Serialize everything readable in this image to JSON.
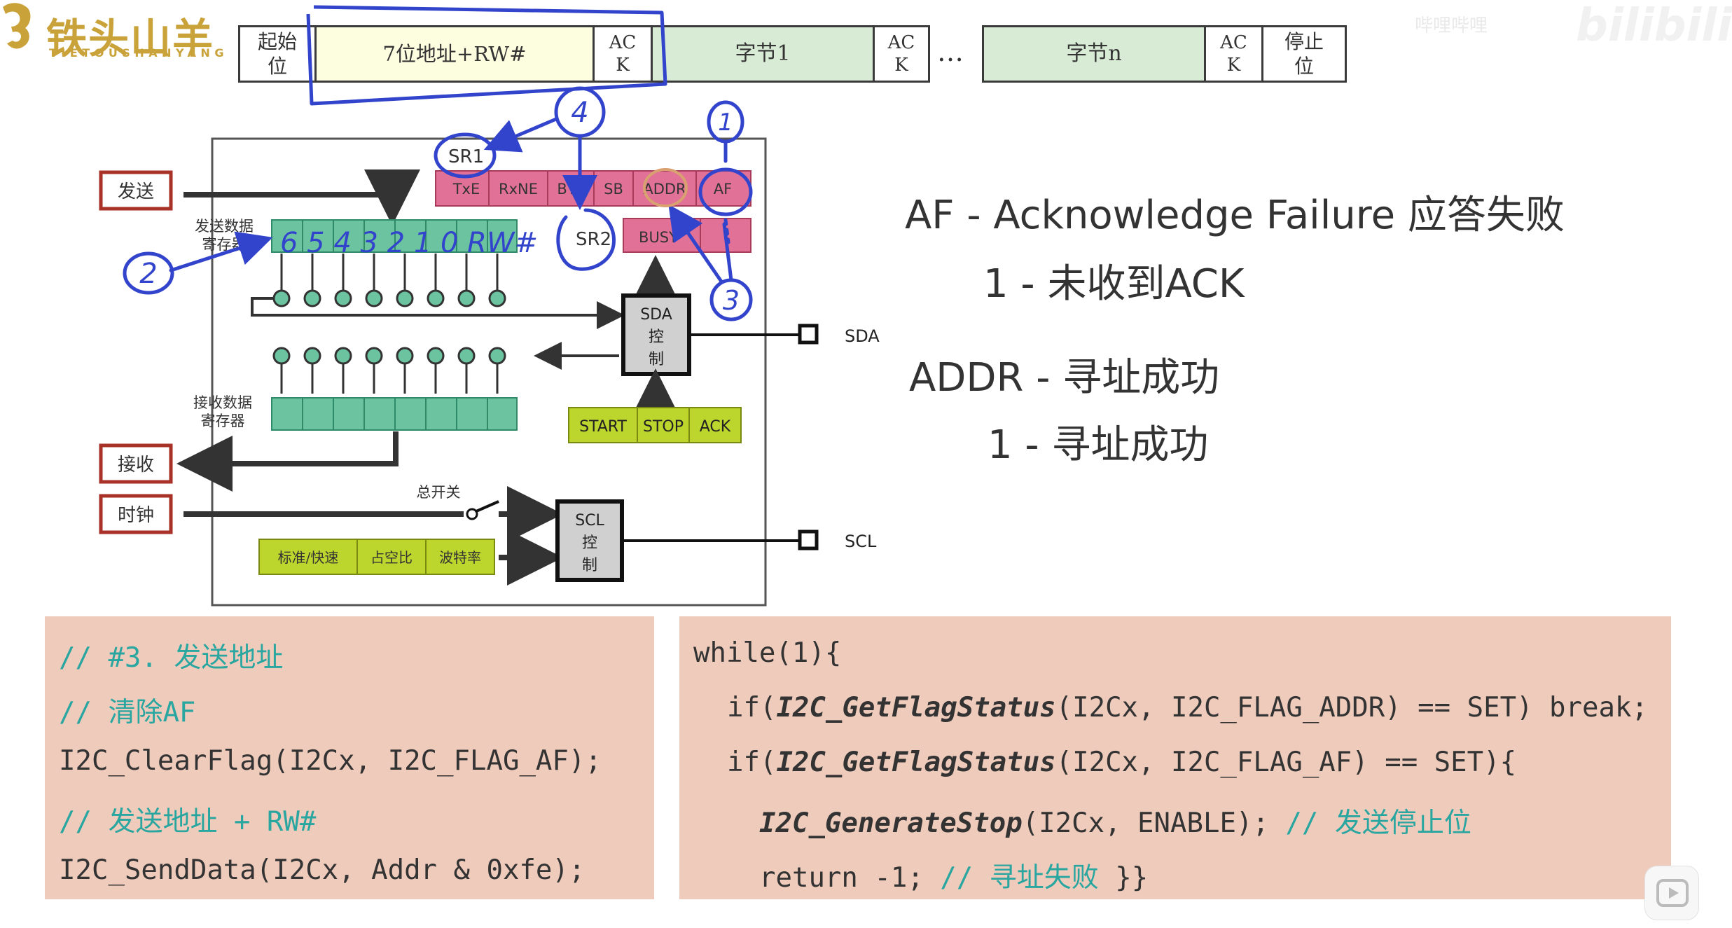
{
  "logo": {
    "title": "铁头山羊",
    "subtitle": "TIETOUSHANYANG"
  },
  "watermark": {
    "text": "bilibili",
    "small": "哔哩哔哩"
  },
  "frame": {
    "start_line1": "起始",
    "start_line2": "位",
    "address": "7位地址+RW#",
    "ack1_line1": "AC",
    "ack1_line2": "K",
    "byte1": "字节1",
    "ack2_line1": "AC",
    "ack2_line2": "K",
    "ellipsis": "…",
    "byten": "字节n",
    "ack3_line1": "AC",
    "ack3_line2": "K",
    "stop_line1": "停止",
    "stop_line2": "位"
  },
  "diagram": {
    "send_label": "发送",
    "recv_label": "接收",
    "clock_label": "时钟",
    "tx_reg_line1": "发送数据",
    "tx_reg_line2": "寄存器",
    "rx_reg_line1": "接收数据",
    "rx_reg_line2": "寄存器",
    "sr1_bits": [
      "TxE",
      "RxNE",
      "BTF",
      "SB",
      "ADDR",
      "AF"
    ],
    "sr2_bits": [
      "BUSY"
    ],
    "sda_ctrl": [
      "SDA",
      "控",
      "制"
    ],
    "scl_ctrl": [
      "SCL",
      "控",
      "制"
    ],
    "ctrl_bits": [
      "START",
      "STOP",
      "ACK"
    ],
    "clock_bits": [
      "标准/快速",
      "占空比",
      "波特率"
    ],
    "master_switch": "总开关",
    "sda_pin": "SDA",
    "scl_pin": "SCL",
    "annotations": {
      "sr1": "SR1",
      "sr2": "SR2",
      "bits_written": "6 5 4 3 2 1 0 RW#",
      "num1": "1",
      "num2": "2",
      "num3": "3",
      "num4": "4"
    }
  },
  "definitions": {
    "af_title": "AF - Acknowledge Failure 应答失败",
    "af_value": "1 - 未收到ACK",
    "addr_title": "ADDR - 寻址成功",
    "addr_value": "1 - 寻址成功"
  },
  "code_left": {
    "l1": "// #3. 发送地址",
    "l2": "// 清除AF",
    "l3": "I2C_ClearFlag(I2Cx, I2C_FLAG_AF);",
    "l4": "// 发送地址 + RW#",
    "l5": "I2C_SendData(I2Cx, Addr & 0xfe);"
  },
  "code_right": {
    "l1": "while(1){",
    "l2_pre": "if(",
    "l2_fn": "I2C_GetFlagStatus",
    "l2_post": "(I2Cx, I2C_FLAG_ADDR) == SET) break;",
    "l3_pre": "if(",
    "l3_fn": "I2C_GetFlagStatus",
    "l3_post": "(I2Cx, I2C_FLAG_AF) == SET){",
    "l4_fn": "I2C_GenerateStop",
    "l4_post": "(I2Cx, ENABLE); ",
    "l4_cm": "// 发送停止位",
    "l5_pre": "return -1; ",
    "l5_cm": "// 寻址失败",
    "l5_post": " }}"
  },
  "colors": {
    "code_bg": "#efcbbc",
    "comment": "#29a6a0",
    "pen": "#3344cc",
    "reg_pink": "#e27197",
    "reg_green": "#6cc3a0",
    "reg_yellow": "#bcd62d",
    "label_red": "#a83228",
    "logo_gold": "#c9a23a"
  }
}
